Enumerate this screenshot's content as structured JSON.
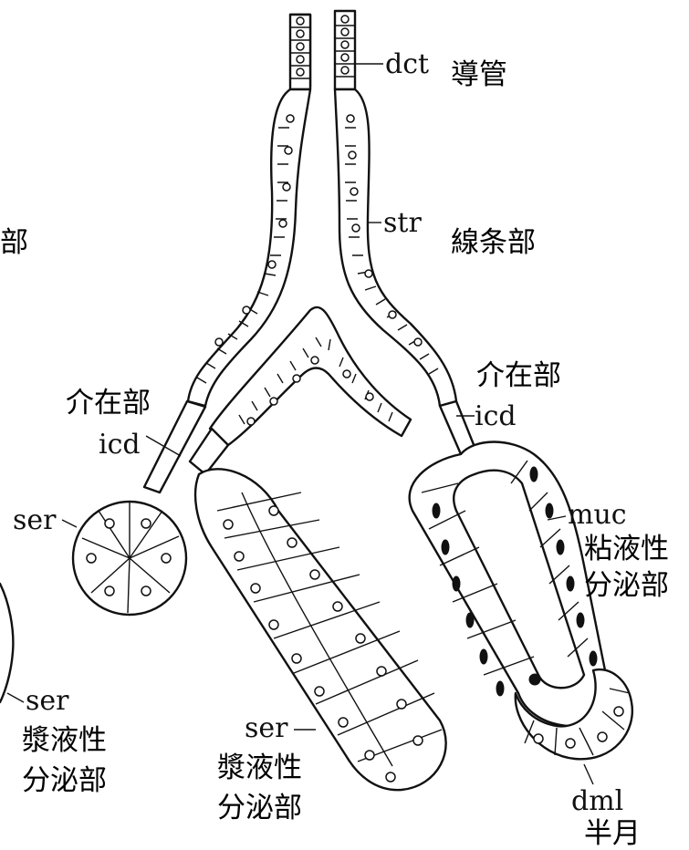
{
  "labels": {
    "dct": "dct",
    "dct_jp": "導管",
    "str": "str",
    "str_jp": "線条部",
    "left_cut_jp": "部",
    "icd_left_jp": "介在部",
    "icd_left": "icd",
    "icd_right_jp": "介在部",
    "icd_right": "icd",
    "ser_left": "ser",
    "muc": "muc",
    "muc_jp_1": "粘液性",
    "muc_jp_2": "分泌部",
    "ser_far_left": "ser",
    "ser_far_left_jp_1": "漿液性",
    "ser_far_left_jp_2": "分泌部",
    "ser_center": "ser",
    "ser_center_jp_1": "漿液性",
    "ser_center_jp_2": "分泌部",
    "dml": "dml",
    "dml_jp": "半月"
  },
  "colors": {
    "ink": "#111111",
    "background": "#ffffff"
  }
}
